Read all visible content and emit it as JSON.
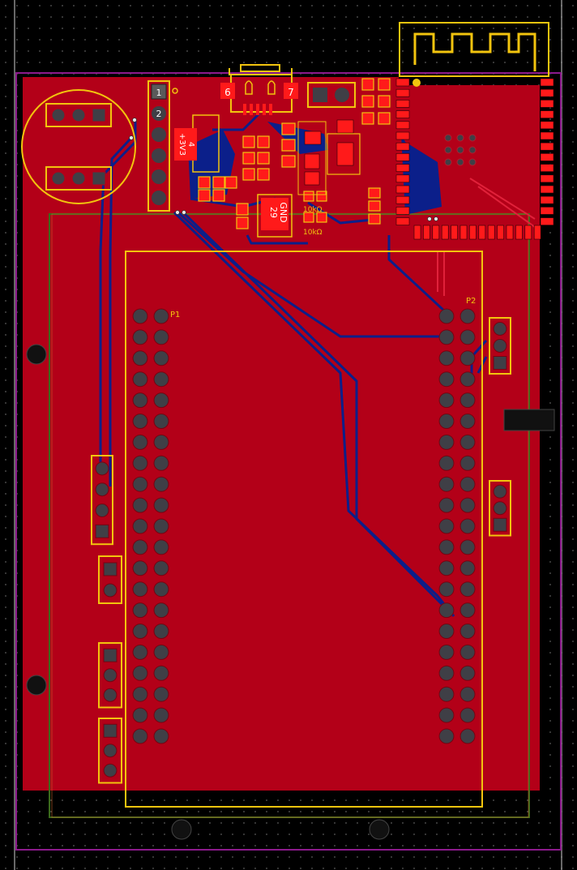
{
  "colors": {
    "background": "#000000",
    "copper_top": "#b30018",
    "copper_bottom": "#0b1f8a",
    "silkscreen": "#f2c40e",
    "outline": "#8c1a8c",
    "courtyard": "#3b6b1c",
    "pad": "#3f3f46",
    "pad_ring": "#f2c40e",
    "smd_pad": "#ff1a1a",
    "grid_dot": "#5a5a5a"
  },
  "labels": {
    "header_p1": "P1",
    "header_p2": "P2",
    "pin_1": "1",
    "pin_2": "2",
    "usb_pin_6": "6",
    "usb_pin_7": "7",
    "reg_net": "4",
    "reg_voltage": "+3V3",
    "gnd_pad_number": "29",
    "gnd_pad_net": "GND",
    "resistor_1_value": "10kΩ",
    "resistor_2_value": "10kΩ"
  },
  "header_pin_rows": 21,
  "icons": [
    "mounting-hole-icon",
    "antenna-icon",
    "usb-connector-icon"
  ]
}
